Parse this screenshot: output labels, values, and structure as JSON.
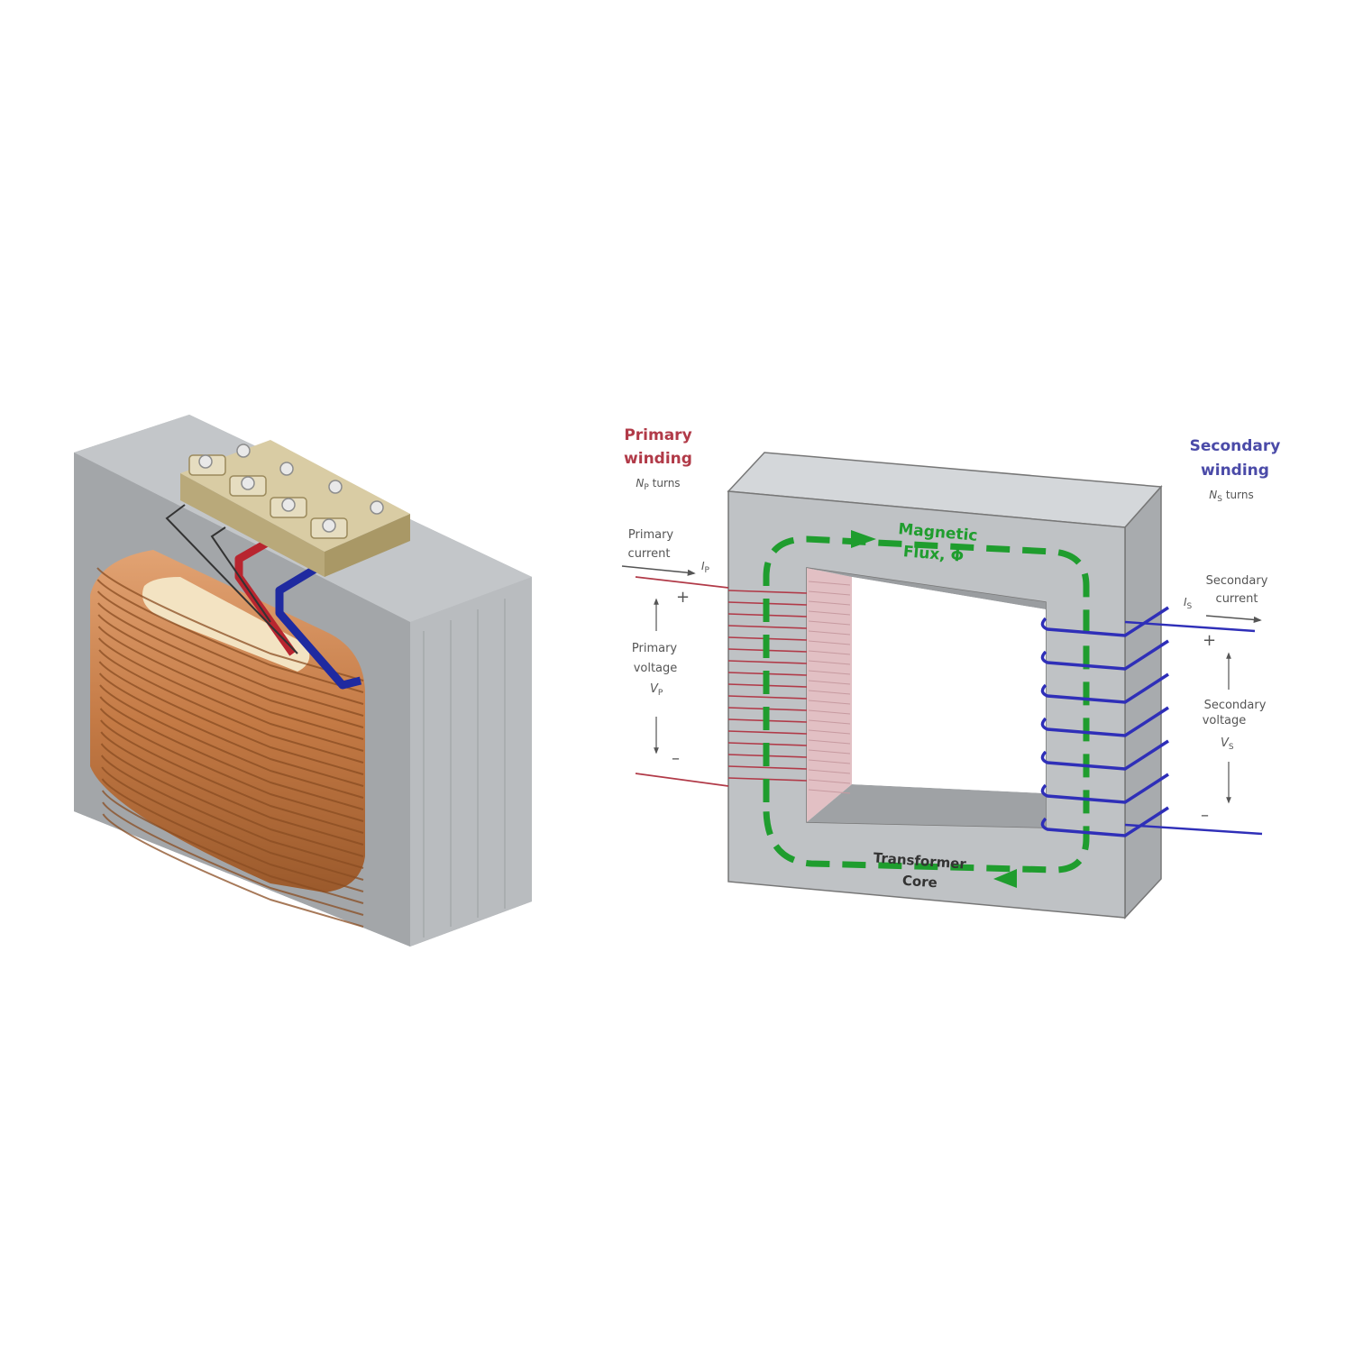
{
  "colors": {
    "primary": "#b13a48",
    "secondary": "#4b4ba8",
    "flux": "#1f9d2e",
    "core": "#bcc0c4",
    "copper": "#c9824e",
    "terminal": "#cdbf98"
  },
  "left_illustration": {
    "parts": [
      "laminated-core",
      "copper-coil",
      "terminal-block",
      "red-lead",
      "blue-lead"
    ]
  },
  "diagram": {
    "primary_title_1": "Primary",
    "primary_title_2": "winding",
    "primary_turns_symbol": "N",
    "primary_turns_sub": "P",
    "primary_turns_word": "turns",
    "primary_current_1": "Primary",
    "primary_current_2": "current",
    "primary_current_symbol": "I",
    "primary_current_sub": "P",
    "primary_plus": "+",
    "primary_voltage_1": "Primary",
    "primary_voltage_2": "voltage",
    "primary_voltage_symbol": "V",
    "primary_voltage_sub": "P",
    "primary_minus": "–",
    "flux_1": "Magnetic",
    "flux_2": "Flux, Φ",
    "core_1": "Transformer",
    "core_2": "Core",
    "secondary_title_1": "Secondary",
    "secondary_title_2": "winding",
    "secondary_turns_symbol": "N",
    "secondary_turns_sub": "S",
    "secondary_turns_word": "turns",
    "secondary_current_1": "Secondary",
    "secondary_current_2": "current",
    "secondary_current_symbol": "I",
    "secondary_current_sub": "S",
    "secondary_plus": "+",
    "secondary_voltage_1": "Secondary",
    "secondary_voltage_2": "voltage",
    "secondary_voltage_symbol": "V",
    "secondary_voltage_sub": "S",
    "secondary_minus": "–"
  }
}
